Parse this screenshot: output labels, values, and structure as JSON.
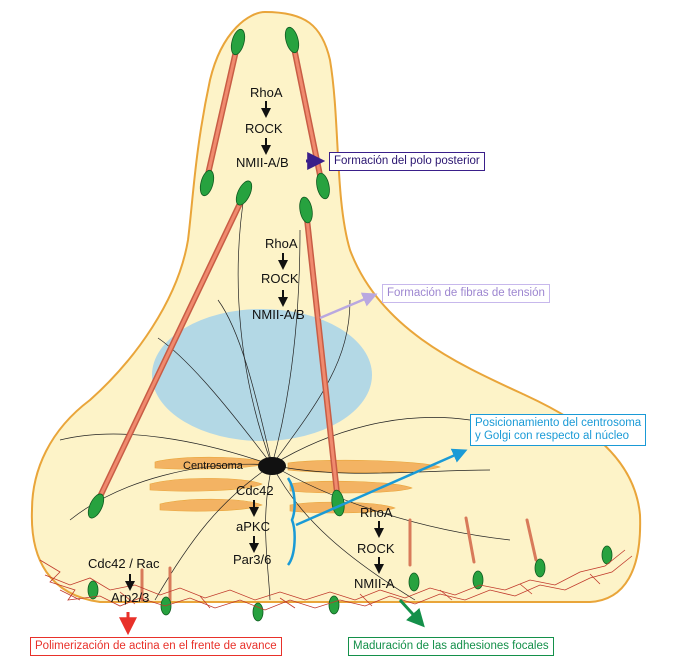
{
  "diagram": {
    "posterior_pathway": {
      "rhoa": "RhoA",
      "rock": "ROCK",
      "nmii": "NMII-A/B"
    },
    "middle_pathway": {
      "rhoa": "RhoA",
      "rock": "ROCK",
      "nmii": "NMII-A/B"
    },
    "centrosome_label": "Centrosoma",
    "polarity_pathway": {
      "cdc42": "Cdc42",
      "apkc": "aPKC",
      "par": "Par3/6"
    },
    "right_pathway": {
      "rhoa": "RhoA",
      "rock": "ROCK",
      "nmii": "NMII-A"
    },
    "left_pathway": {
      "cdc42_rac": "Cdc42 / Rac",
      "arp": "Arp2/3"
    },
    "outcomes": {
      "posterior_pole": {
        "text": "Formación del polo posterior",
        "color": "#3a1f8a"
      },
      "stress_fibers": {
        "text": "Formación de fibras de tensión",
        "color": "#a996d6"
      },
      "centrosome_positioning": {
        "line1": "Posicionamiento del centrosoma",
        "line2": "y Golgi con respecto al núcleo",
        "color": "#1a9ad6"
      },
      "actin_polymerization": {
        "text": "Polimerización de actina en el frente de avance",
        "color": "#e8312a"
      },
      "focal_adhesion": {
        "text": "Maduración de las adhesiones focales",
        "color": "#14904a"
      }
    },
    "colors": {
      "cell_fill": "#fdf3c8",
      "cell_stroke": "#e9a53a",
      "nucleus": "#a6d2ea",
      "golgi": "#f3b363",
      "fiber": "#e07458",
      "adhesion": "#27a23f",
      "red_actin": "#c0392b"
    }
  }
}
